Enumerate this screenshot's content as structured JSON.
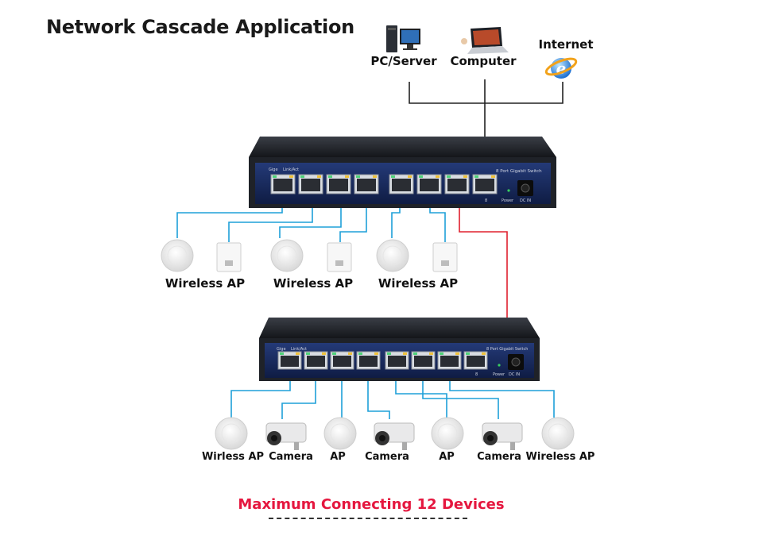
{
  "title": "Network Cascade Application",
  "top_devices": {
    "pc_server": "PC/Server",
    "computer": "Computer",
    "internet": "Internet"
  },
  "switch": {
    "model_text": "8 Port Gigabit Switch",
    "gige_text": "Gige",
    "linkact_text": "Link/Act",
    "power_text": "Power",
    "dc_in_text": "DC IN",
    "port_8_text": "8"
  },
  "upper_devices": [
    {
      "label": "Wireless AP"
    },
    {
      "label": "Wireless AP"
    },
    {
      "label": "Wireless AP"
    }
  ],
  "lower_devices": [
    {
      "label": "Wirless AP"
    },
    {
      "label": "Camera"
    },
    {
      "label": "AP"
    },
    {
      "label": "Camera"
    },
    {
      "label": "AP"
    },
    {
      "label": "Camera"
    },
    {
      "label": "Wireless AP"
    }
  ],
  "footer": "Maximum Connecting 12 Devices",
  "colors": {
    "blue_link": "#1ea0d8",
    "red_link": "#e0202e",
    "uplink": "#222222",
    "switch_body": "#1f2228",
    "switch_panel": "#1a2a5a",
    "footer_text": "#e5173f"
  }
}
